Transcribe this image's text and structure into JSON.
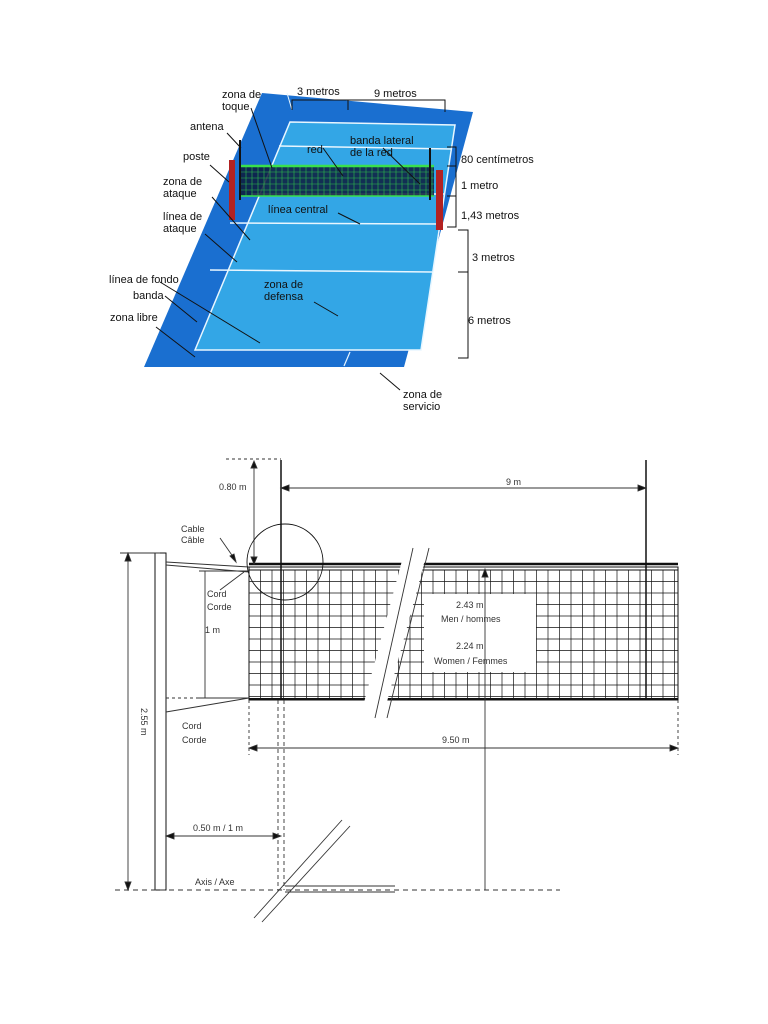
{
  "court": {
    "labels": {
      "zona_toque_1": "zona de",
      "zona_toque_2": "toque",
      "tres_metros": "3 metros",
      "nueve_metros": "9 metros",
      "antena": "antena",
      "banda_lateral_1": "banda lateral",
      "banda_lateral_2": "de la red",
      "red": "red",
      "poste": "poste",
      "ochenta_cm": "80 centímetros",
      "zona_ataque_1": "zona de",
      "zona_ataque_2": "ataque",
      "un_metro": "1 metro",
      "linea_central": "línea central",
      "linea_ataque_1": "línea de",
      "linea_ataque_2": "ataque",
      "uno43_metros": "1,43 metros",
      "tres_metros_side": "3 metros",
      "linea_fondo": "línea de fondo",
      "banda": "banda",
      "zona_defensa_1": "zona de",
      "zona_defensa_2": "defensa",
      "seis_metros": "6 metros",
      "zona_libre": "zona libre",
      "zona_servicio_1": "zona de",
      "zona_servicio_2": "servicio"
    },
    "colors": {
      "free_zone": "#1a6fd0",
      "court": "#33a6e6",
      "lines": "#e8f6ff",
      "post": "#b22222"
    }
  },
  "net": {
    "labels": {
      "zero80": "0.80 m",
      "nine_m": "9 m",
      "cable_1": "Cable",
      "cable_2": "Câble",
      "cord_1": "Cord",
      "cord_2": "Corde",
      "one_m": "1 m",
      "h243": "2.43 m",
      "men": "Men / hommes",
      "h224": "2.24 m",
      "women": "Women / Femmes",
      "cord_b1": "Cord",
      "cord_b2": "Corde",
      "nine50": "9.50 m",
      "h255": "2.55 m",
      "post_dist": "0.50 m / 1 m",
      "axis": "Axis / Axe"
    }
  }
}
